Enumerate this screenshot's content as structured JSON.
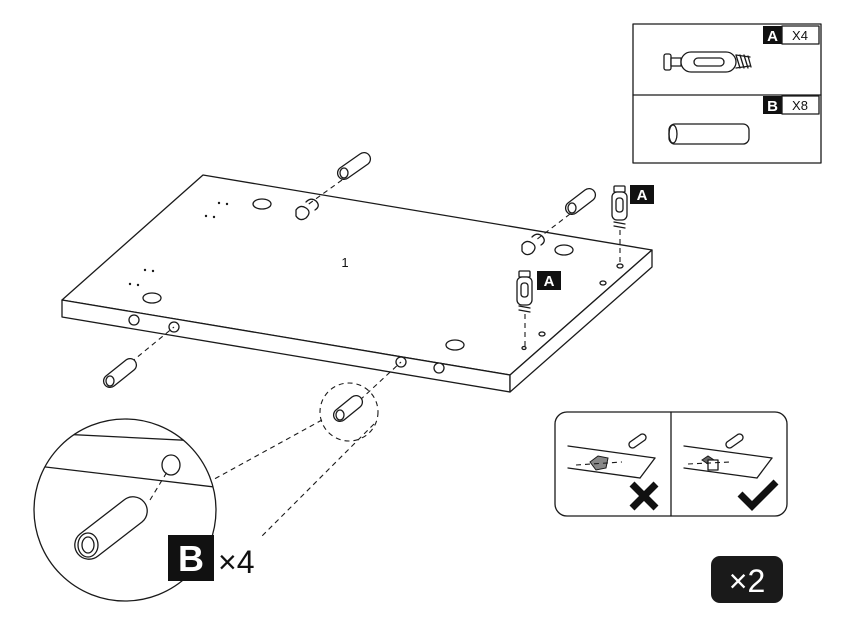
{
  "parts_legend": {
    "part_a": {
      "letter": "A",
      "quantity": "X4"
    },
    "part_b": {
      "letter": "B",
      "quantity": "X8"
    }
  },
  "board": {
    "number": "1"
  },
  "callouts": {
    "cam_letter_1": "A",
    "cam_letter_2": "A"
  },
  "zoom_detail": {
    "letter": "B",
    "quantity": "×4"
  },
  "repeat": {
    "label": "×2"
  }
}
